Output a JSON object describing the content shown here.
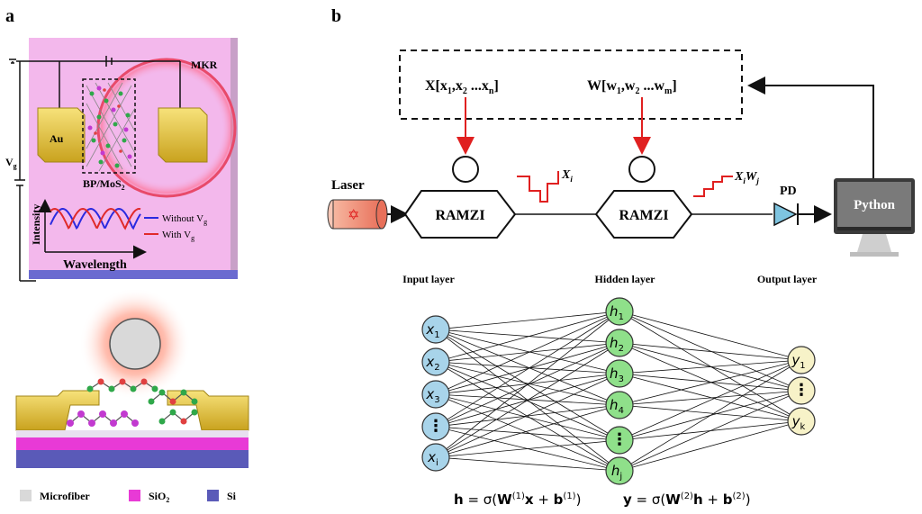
{
  "panels": {
    "a": "a",
    "b": "b"
  },
  "device": {
    "mkr": "MKR",
    "electrode": "Au",
    "material_main": "BP/MoS",
    "material_sub": "2",
    "gate_label": "V",
    "gate_sub": "g"
  },
  "inset": {
    "ylabel": "Intensity",
    "xlabel": "Wavelength",
    "legend": [
      {
        "main": "Without V",
        "sub": "g",
        "color": "#2a2ae0"
      },
      {
        "main": "With V",
        "sub": "g",
        "color": "#e02a2a"
      }
    ]
  },
  "materials": [
    {
      "main": "Microfiber",
      "sub": "",
      "color": "#d9d9d9"
    },
    {
      "main": "SiO",
      "sub": "2",
      "color": "#e83ad6"
    },
    {
      "main": "Si",
      "sub": "",
      "color": "#5a5ab8"
    }
  ],
  "system": {
    "x_vector": {
      "pre": "X[x",
      "s1": "1",
      "mid1": ",x",
      "s2": "2",
      "mid2": " ...x",
      "s3": "n",
      "post": "]"
    },
    "w_vector": {
      "pre": "W[w",
      "s1": "1",
      "mid1": ",w",
      "s2": "2",
      "mid2": " ...w",
      "s3": "m",
      "post": "]"
    },
    "laser": "Laser",
    "ramzi1": "RAMZI",
    "ramzi2": "RAMZI",
    "signal1": {
      "main": "X",
      "sub": "i"
    },
    "signal2": {
      "main1": "X",
      "sub1": "i",
      "main2": "W",
      "sub2": "j"
    },
    "pd": "PD",
    "python": "Python"
  },
  "network": {
    "layer_titles": [
      "Input layer",
      "Hidden layer",
      "Output layer"
    ],
    "input_nodes": [
      {
        "main": "x",
        "sub": "1"
      },
      {
        "main": "x",
        "sub": "2"
      },
      {
        "main": "x",
        "sub": "3"
      },
      {
        "main": "⋮",
        "sub": ""
      },
      {
        "main": "x",
        "sub": "i"
      }
    ],
    "hidden_nodes": [
      {
        "main": "h",
        "sub": "1"
      },
      {
        "main": "h",
        "sub": "2"
      },
      {
        "main": "h",
        "sub": "3"
      },
      {
        "main": "h",
        "sub": "4"
      },
      {
        "main": "⋮",
        "sub": ""
      },
      {
        "main": "h",
        "sub": "j"
      }
    ],
    "output_nodes": [
      {
        "main": "y",
        "sub": "1"
      },
      {
        "main": "⋮",
        "sub": ""
      },
      {
        "main": "y",
        "sub": "k"
      }
    ],
    "colors": {
      "input": "#a8d4ea",
      "hidden": "#8fe08a",
      "output": "#f7f2c8"
    },
    "eq1": {
      "lhs": "h",
      "eq": " = σ(",
      "w": "W",
      "sup1": "(1)",
      "x": "x",
      "plus": " + ",
      "b": "b",
      "sup2": "(1)",
      "close": ")"
    },
    "eq2": {
      "lhs": "y",
      "eq": " = σ(",
      "w": "W",
      "sup1": "(2)",
      "x": "h",
      "plus": " + ",
      "b": "b",
      "sup2": "(2)",
      "close": ")"
    }
  }
}
